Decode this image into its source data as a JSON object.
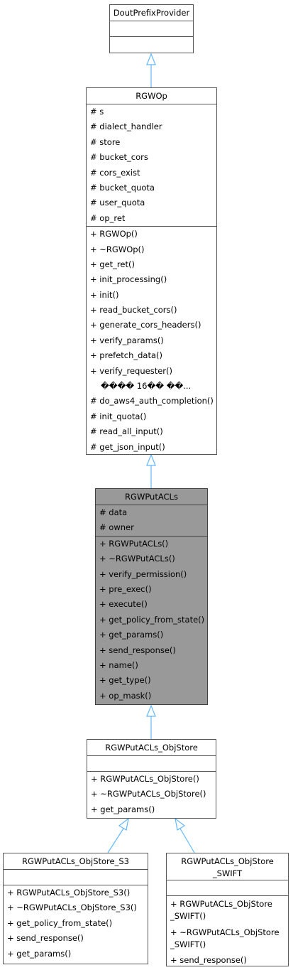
{
  "classes": {
    "dout": {
      "name": "DoutPrefixProvider",
      "attributes": [],
      "methods": []
    },
    "rgwop": {
      "name": "RGWOp",
      "attributes": [
        "# s",
        "# dialect_handler",
        "# store",
        "# bucket_cors",
        "# cors_exist",
        "# bucket_quota",
        "# user_quota",
        "# op_ret"
      ],
      "methods": [
        "+ RGWOp()",
        "+ ~RGWOp()",
        "+ get_ret()",
        "+ init_processing()",
        "+ init()",
        "+ read_bucket_cors()",
        "+ generate_cors_headers()",
        "+ verify_params()",
        "+ prefetch_data()",
        "+ verify_requester()"
      ],
      "more": "���� 16�� ��...",
      "protected_methods": [
        "# do_aws4_auth_completion()",
        "# init_quota()",
        "# read_all_input()",
        "# get_json_input()"
      ]
    },
    "putacls": {
      "name": "RGWPutACLs",
      "attributes": [
        "# data",
        "# owner"
      ],
      "methods": [
        "+ RGWPutACLs()",
        "+ ~RGWPutACLs()",
        "+ verify_permission()",
        "+ pre_exec()",
        "+ execute()",
        "+ get_policy_from_state()",
        "+ get_params()",
        "+ send_response()",
        "+ name()",
        "+ get_type()",
        "+ op_mask()"
      ]
    },
    "objstore": {
      "name": "RGWPutACLs_ObjStore",
      "attributes": [],
      "methods": [
        "+ RGWPutACLs_ObjStore()",
        "+ ~RGWPutACLs_ObjStore()",
        "+ get_params()"
      ]
    },
    "s3": {
      "name": "RGWPutACLs_ObjStore_S3",
      "attributes": [],
      "methods": [
        "+ RGWPutACLs_ObjStore_S3()",
        "+ ~RGWPutACLs_ObjStore_S3()",
        "+ get_policy_from_state()",
        "+ send_response()",
        "+ get_params()"
      ]
    },
    "swift": {
      "name": "RGWPutACLs_ObjStore\n_SWIFT",
      "attributes": [],
      "methods": [
        "+ RGWPutACLs_ObjStore\n_SWIFT()",
        "+ ~RGWPutACLs_ObjStore\n_SWIFT()",
        "+ send_response()"
      ]
    }
  },
  "colors": {
    "edge": "#63b8ff",
    "highlight": "#999999",
    "border": "#555555"
  }
}
